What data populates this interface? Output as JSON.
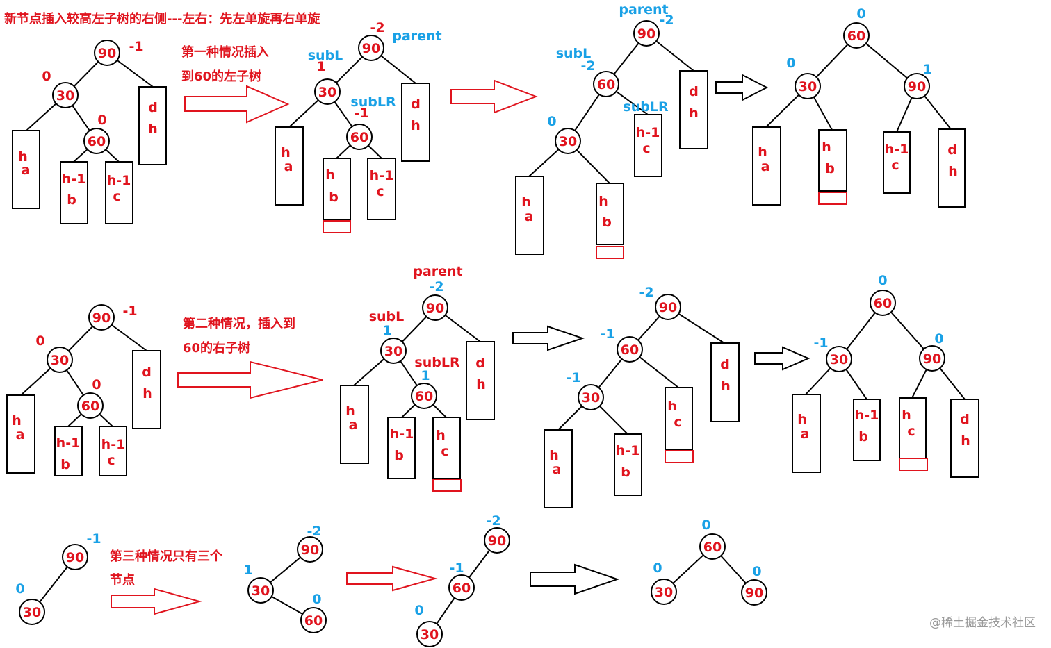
{
  "title": "新节点插入较高左子树的右侧---左右：先左单旋再右单旋",
  "captions": {
    "case1_line1": "第一种情况插入",
    "case1_line2": "到60的左子树",
    "case2_line1": "第二种情况，插入到",
    "case2_line2": "60的右子树",
    "case3_line1": "第三种情况只有三个",
    "case3_line2": "节点"
  },
  "labels": {
    "parent": "parent",
    "subL": "subL",
    "subLR": "subLR"
  },
  "nodes": {
    "n90": "90",
    "n30": "30",
    "n60": "60"
  },
  "balance": {
    "m2": "-2",
    "m1": "-1",
    "z": "0",
    "p1": "1"
  },
  "subtrees": {
    "h": "h",
    "h1": "h-1",
    "a": "a",
    "b": "b",
    "c": "c",
    "d": "d"
  },
  "colors": {
    "red": "#e0141e",
    "blue": "#1aa1e6",
    "black": "#000000"
  },
  "watermark": "@稀土掘金技术社区"
}
